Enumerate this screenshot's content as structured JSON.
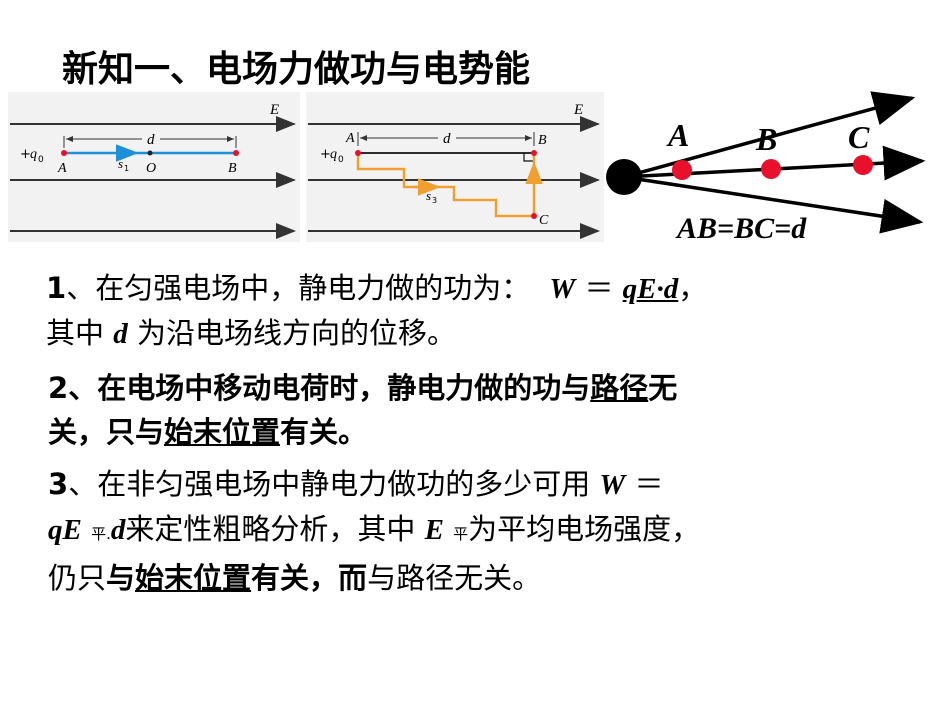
{
  "title": "新知一、电场力做功与电势能",
  "fig1": {
    "field_label": "E",
    "charge_sign": "+",
    "charge_q": "q",
    "charge_sub": "0",
    "distance": "d",
    "point_a": "A",
    "point_o": "O",
    "point_b": "B",
    "path_s": "s",
    "path_sub": "1"
  },
  "fig2": {
    "field_label": "E",
    "charge_sign": "+",
    "charge_q": "q",
    "charge_sub": "0",
    "distance": "d",
    "point_a": "A",
    "point_b": "B",
    "point_c": "C",
    "path_s": "s",
    "path_sub": "3"
  },
  "fig3": {
    "label_a": "A",
    "label_b": "B",
    "label_c": "C",
    "equation": "AB=BC=d"
  },
  "p1": {
    "num": "1",
    "t1": "、在匀强电场中，静电力做的功为：",
    "formula_w": "W",
    "eq": "＝",
    "formula": "qE·d",
    "comma": "，",
    "t2": "其中",
    "var_d": "d",
    "t3": "为沿电场线方向的位移。"
  },
  "p2": {
    "num": "2",
    "t1": "、在电场中移动电荷时，静电力做的功与",
    "u1": "路径",
    "t2": "无",
    "t3": "关，只与",
    "u2": "始末位置",
    "t4": "有关。"
  },
  "p3": {
    "num": "3",
    "t1": "、在非匀强电场中静电力做功的多少可用",
    "w": "W",
    "eq": "＝",
    "qe": "qE",
    "sub1": "平",
    "dot": ".",
    "d": "d",
    "t2": "来定性粗略分析，其中",
    "e": "E",
    "sub2": "平",
    "t3": "为平均电场强度，",
    "t4": "仍只",
    "b1": "与",
    "u1": "始末位置",
    "b2": "有关，而",
    "t5": "与路径无关。"
  },
  "colors": {
    "line_blue": "#1e90d8",
    "path_orange": "#f0a030",
    "point_red": "#e8102a",
    "panel_bg": "#f2f2f2"
  }
}
